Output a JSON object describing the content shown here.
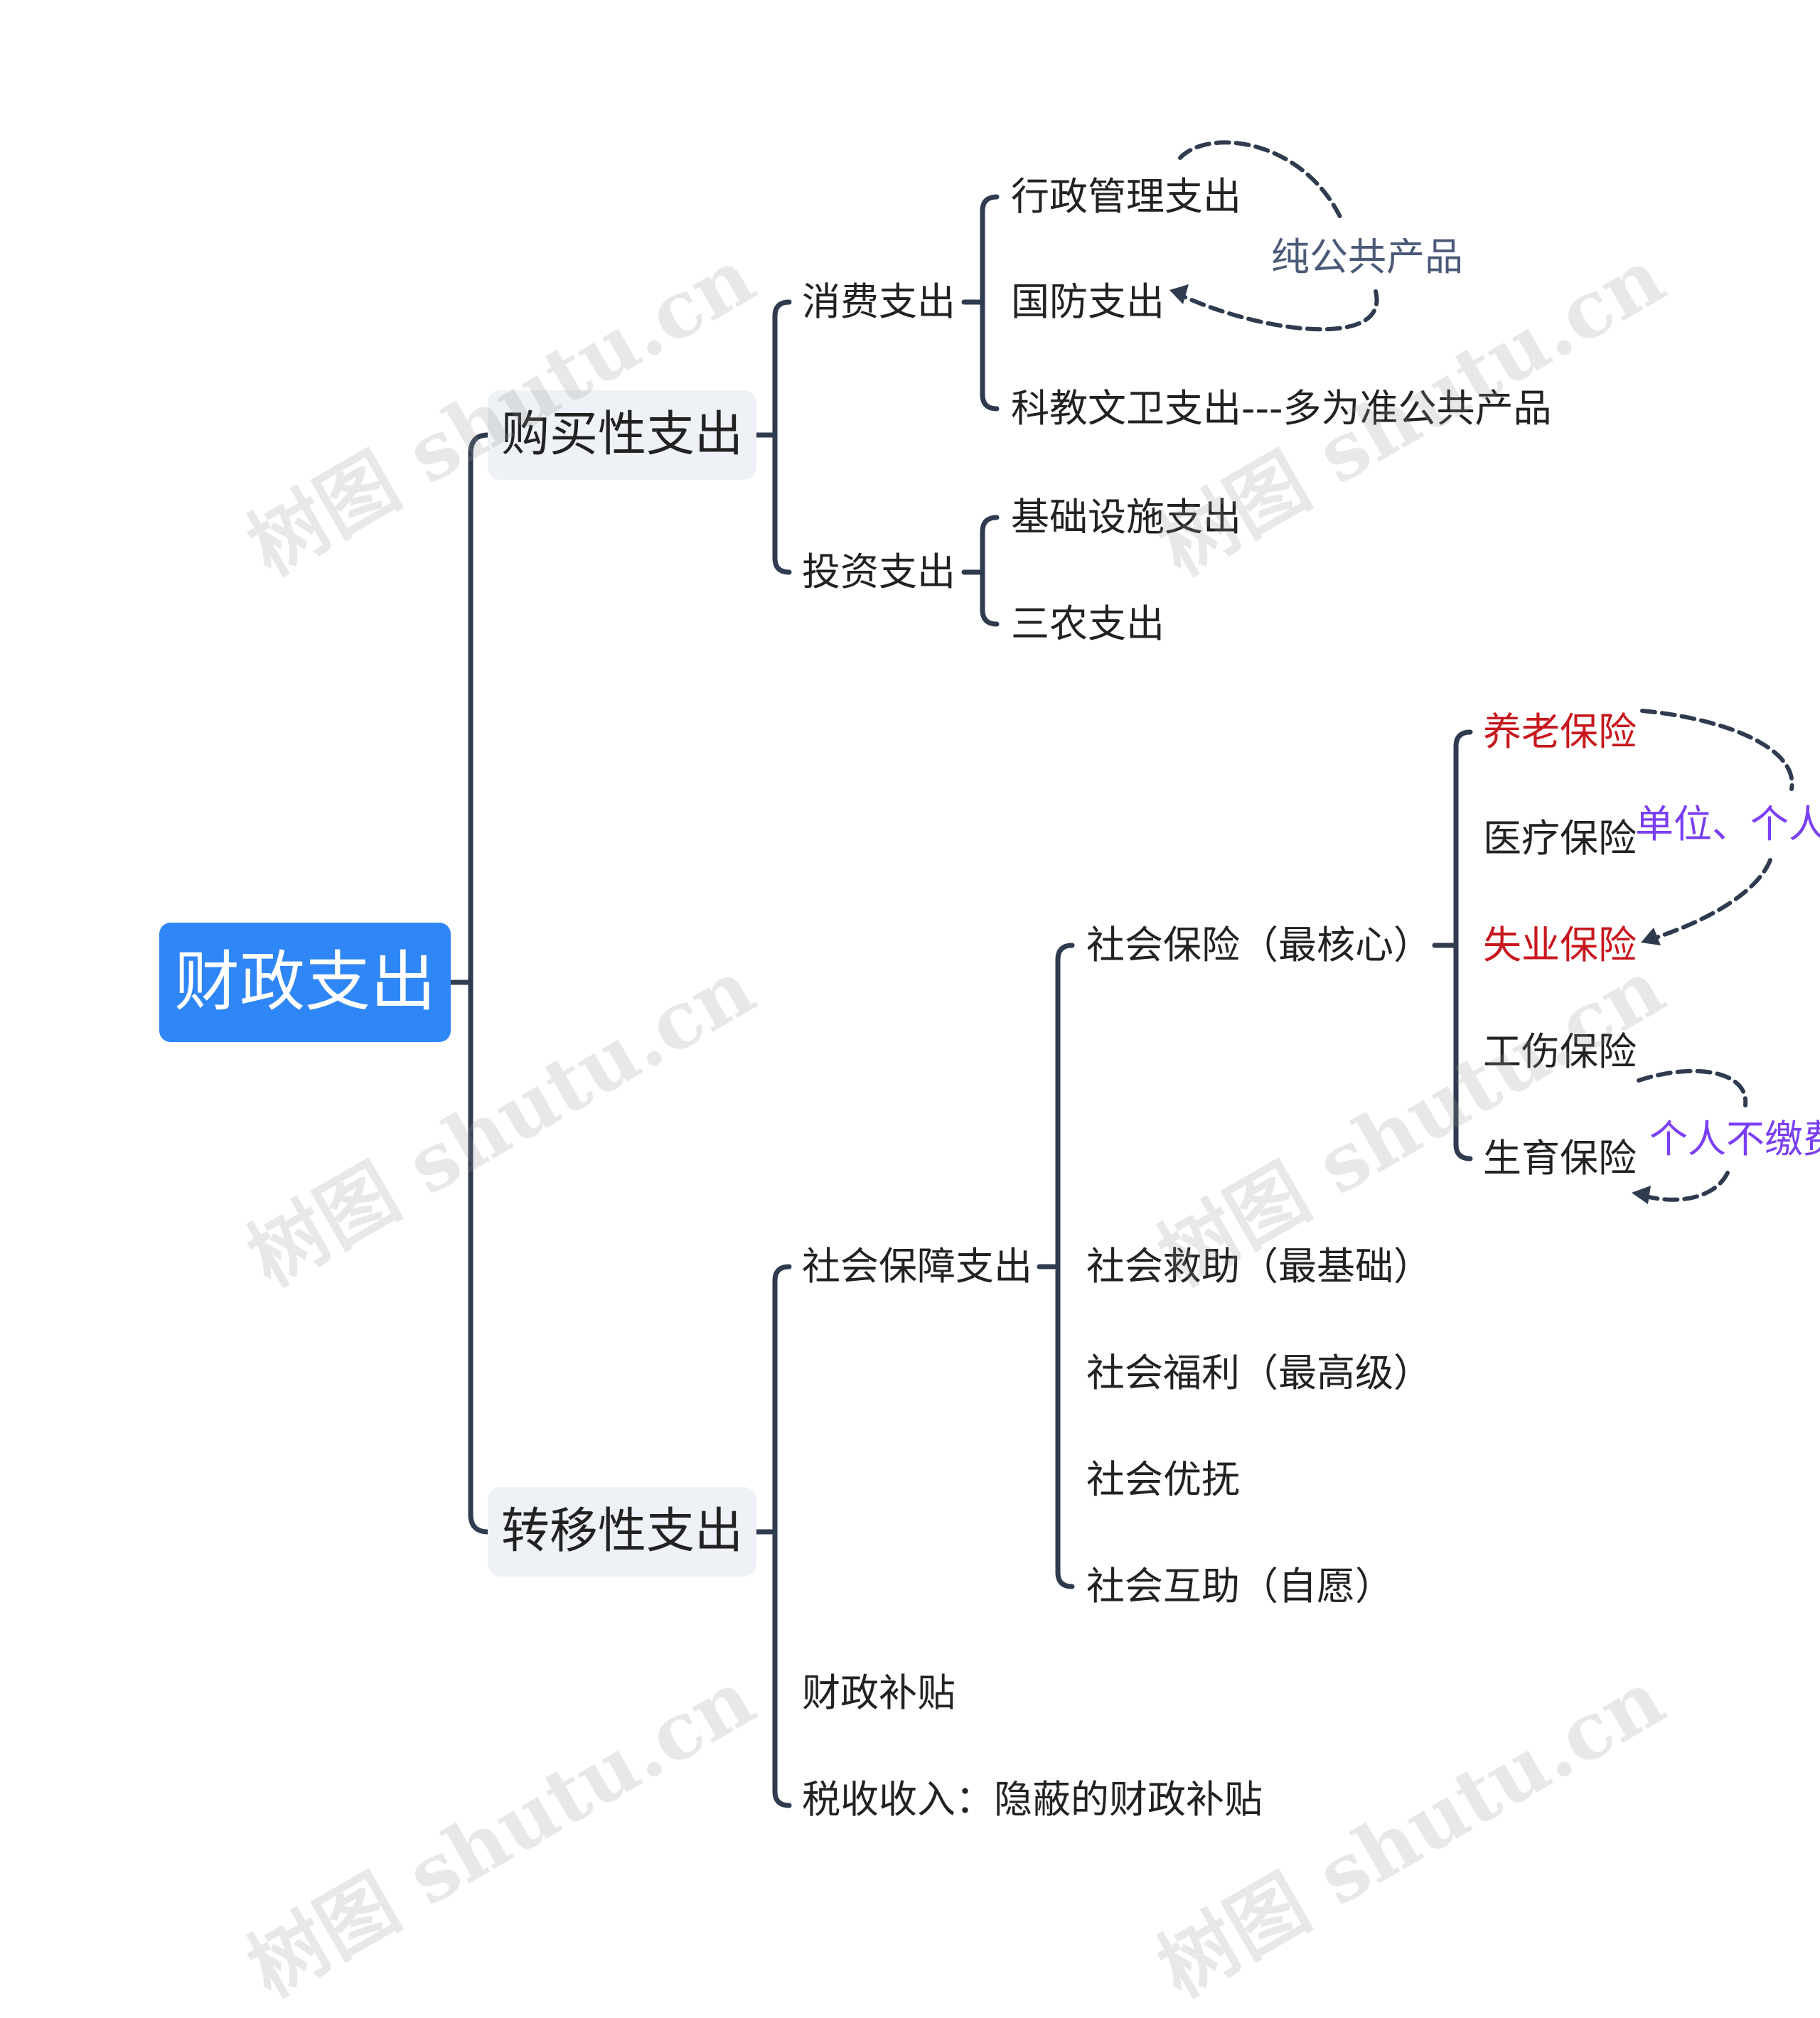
{
  "root": "财政支出",
  "branches": {
    "purchase": "购买性支出",
    "transfer": "转移性支出"
  },
  "purchase": {
    "consumption": "消费支出",
    "investment": "投资支出",
    "consumption_items": [
      "行政管理支出",
      "国防支出",
      "科教文卫支出---多为准公共产品"
    ],
    "investment_items": [
      "基础设施支出",
      "三农支出"
    ]
  },
  "transfer": {
    "social_security": "社会保障支出",
    "subsidy": "财政补贴",
    "tax": "税收收入：隐蔽的财政补贴",
    "social_items": [
      "社会保险（最核心）",
      "社会救助（最基础）",
      "社会福利（最高级）",
      "社会优抚",
      "社会互助（自愿）"
    ],
    "insurance_items": [
      "养老保险",
      "医疗保险",
      "失业保险",
      "工伤保险",
      "生育保险"
    ]
  },
  "annotations": {
    "pure_public": "纯公共产品",
    "unit_personal": "单位、个人",
    "personal_no_fee": "个人不缴费"
  },
  "watermark": "树图 shutu.cn",
  "colors": {
    "root_bg": "#2f86f6",
    "branch_bg": "#eef1f5",
    "line": "#2f3b4e",
    "highlight_red": "#c8171e",
    "annotation_slate": "#4a5a78",
    "annotation_purple": "#7a3ff2"
  }
}
